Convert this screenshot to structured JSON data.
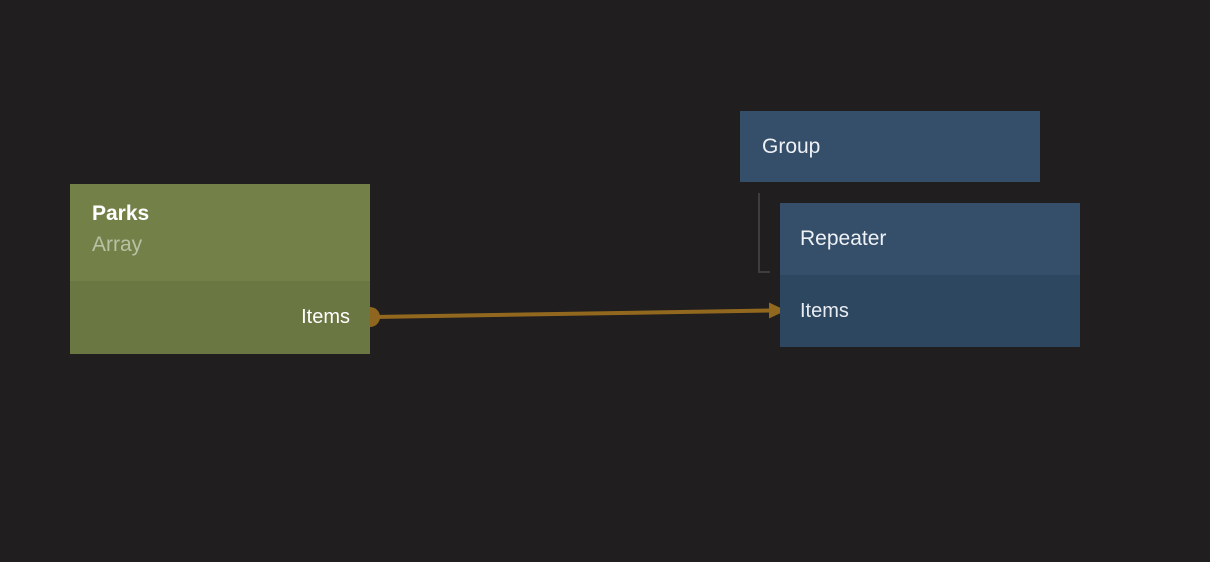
{
  "canvas": {
    "background_color": "#201e1f"
  },
  "nodes": {
    "source": {
      "title": "Parks",
      "subtitle": "Array",
      "port_label": "Items",
      "header_color": "#738149",
      "body_color": "#6a7742"
    },
    "group": {
      "title": "Group",
      "color": "#354e69"
    },
    "repeater": {
      "title": "Repeater",
      "port_label": "Items",
      "header_color": "#354e69",
      "body_color": "#2e4760"
    }
  },
  "connection": {
    "from": "Parks.Items",
    "to": "Repeater.Items",
    "color": "#92681f",
    "dot_color": "#8e6620"
  },
  "hierarchy_link": {
    "from": "Group",
    "to": "Repeater",
    "color": "#3e3e3e"
  }
}
